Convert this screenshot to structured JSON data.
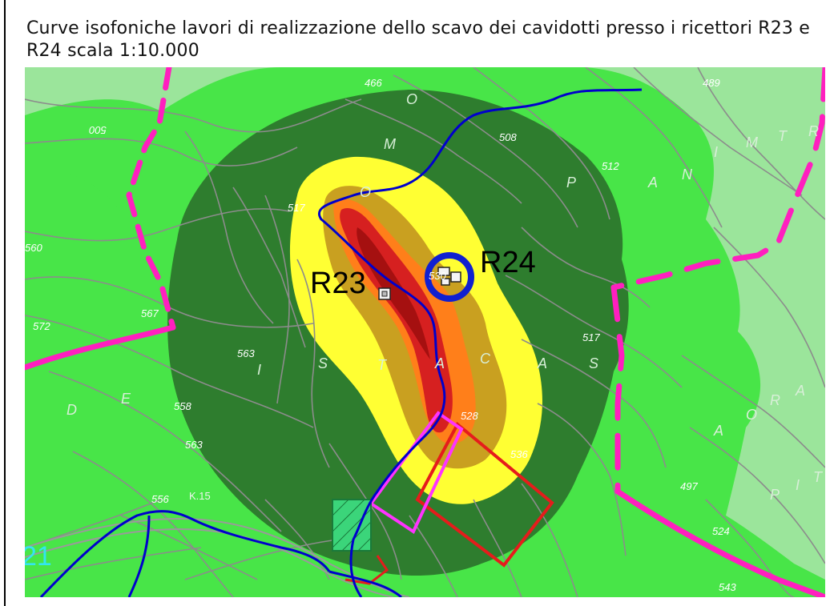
{
  "title": "Curve isofoniche lavori di realizzazione dello scavo dei cavidotti presso i ricettori R23 e R24 scala 1:10.000",
  "receivers": [
    {
      "id": "R23"
    },
    {
      "id": "R24"
    }
  ],
  "contour_labels": [
    "466",
    "489",
    "500",
    "512",
    "517",
    "530",
    "563",
    "567",
    "572",
    "558",
    "563",
    "517",
    "536",
    "556",
    "497",
    "524",
    "543",
    "528",
    "560",
    "508"
  ],
  "place_letters": [
    "O",
    "M",
    "O",
    "P",
    "A",
    "N",
    "I",
    "M",
    "T",
    "R",
    "I",
    "S",
    "T",
    "A",
    "C",
    "A",
    "S",
    "D",
    "E",
    "A",
    "O",
    "R",
    "A",
    "P",
    "I",
    "T"
  ],
  "road_label": "K.15",
  "tile_label": "21",
  "colors": {
    "background_green": "#9be59b",
    "zone_1": "#48e548",
    "zone_2": "#2e7d2e",
    "zone_3": "#ffff33",
    "zone_4": "#c9a020",
    "zone_5": "#ff7f1a",
    "zone_6": "#d62020",
    "cable_route": "#0000cc",
    "boundary": "#ff1fbf",
    "area_red": "#e51c1c",
    "area_magenta": "#ff33ff",
    "contour": "#8c8c8c"
  }
}
